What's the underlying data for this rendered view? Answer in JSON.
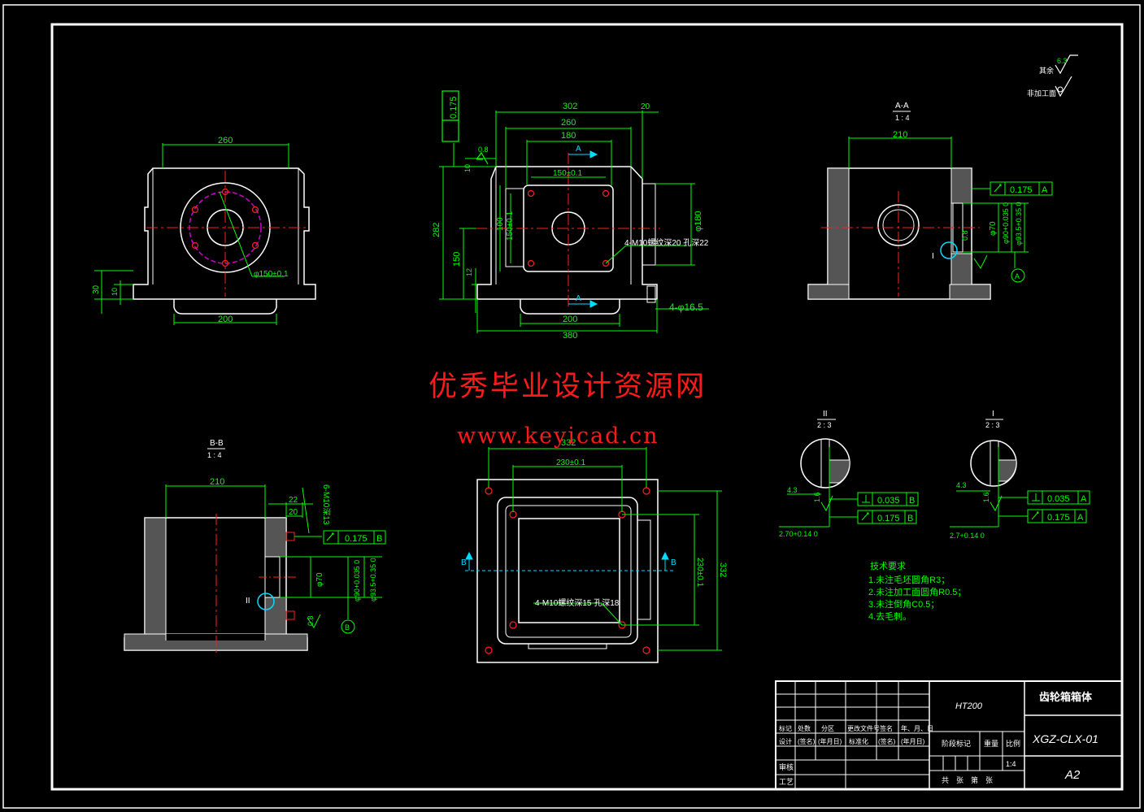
{
  "watermark": {
    "title": "优秀毕业设计资源网",
    "url": "www.keyicad.cn"
  },
  "roughness": {
    "rest": "其余",
    "rest_value": "6.3",
    "non_machined": "非加工面"
  },
  "front_view": {
    "dim_top": "260",
    "dim_bottom": "200",
    "dim_height_1": "30",
    "dim_height_2": "10",
    "hole_circle": "φ150±0.1"
  },
  "top_view": {
    "flatness": "0.175",
    "roughness": "0.8",
    "dim_overall": "302",
    "dim_offset": "20",
    "dim_260": "260",
    "dim_180": "180",
    "dim_150": "150±0.1",
    "dim_150v": "150±0.1",
    "dim_282": "282",
    "dim_150h": "150",
    "dim_100": "100",
    "dim_12": "12",
    "dim_10": "10",
    "dim_bottom_200": "200",
    "dim_bottom_380": "380",
    "dia_180": "φ180",
    "thread_note": "4-M10螺纹深20 孔深22",
    "hole_note": "4-φ16.5",
    "section_mark": "A"
  },
  "section_aa": {
    "title": "A-A",
    "scale": "1 : 4",
    "dim_210": "210",
    "runout": "0.175",
    "datum": "A",
    "dia_70": "φ70",
    "dia_90": "φ90+0.035 0",
    "dia_93": "φ93.5+0.35 0",
    "roughness": "0.8",
    "detail_mark": "I"
  },
  "section_bb": {
    "title": "B-B",
    "scale": "1 : 4",
    "dim_210": "210",
    "dim_22": "22",
    "dim_20": "20",
    "thread": "6-M10深13",
    "runout": "0.175",
    "datum": "B",
    "dia_70": "φ70",
    "dia_90": "φ90+0.035 0",
    "dia_93": "φ93.5+0.35 0",
    "roughness": "0.8",
    "detail_mark": "II"
  },
  "bottom_view": {
    "dim_332": "332",
    "dim_230": "230±0.1",
    "dim_230v": "230±0.1",
    "dim_332v": "332",
    "thread_note": "4-M10螺纹深15 孔深18",
    "section_mark": "B"
  },
  "detail_ii": {
    "title": "II",
    "scale": "2 : 3",
    "dim_43": "4.3",
    "roughness": "1.6",
    "perp": "0.035",
    "perp_datum": "B",
    "runout": "0.175",
    "runout_datum": "B",
    "dim_27": "2.70+0.14 0"
  },
  "detail_i": {
    "title": "I",
    "scale": "2 : 3",
    "dim_43": "4.3",
    "roughness": "1.6",
    "perp": "0.035",
    "perp_datum": "A",
    "runout": "0.175",
    "runout_datum": "A",
    "dim_27": "2.7+0.14 0"
  },
  "tech_req": {
    "title": "技术要求",
    "items": [
      "1.未注毛坯圆角R3；",
      "2.未注加工面圆角R0.5；",
      "3.未注倒角C0.5；",
      "4.去毛刺。"
    ]
  },
  "title_block": {
    "material": "HT200",
    "part_name": "齿轮箱箱体",
    "drawing_no": "XGZ-CLX-01",
    "sheet_size": "A2",
    "scale_value": "1:4",
    "header_labels": [
      "标记",
      "处数",
      "分区",
      "更改文件号",
      "签名",
      "年、月、日"
    ],
    "row_design": [
      "设计",
      "(签名)",
      "(年月日)",
      "标准化",
      "(签名)",
      "(年月日)"
    ],
    "stage_label": "阶段标记",
    "weight_label": "重量",
    "scale_label": "比例",
    "review": "审核",
    "process": "工艺",
    "sheets": "共　张　第　张"
  }
}
